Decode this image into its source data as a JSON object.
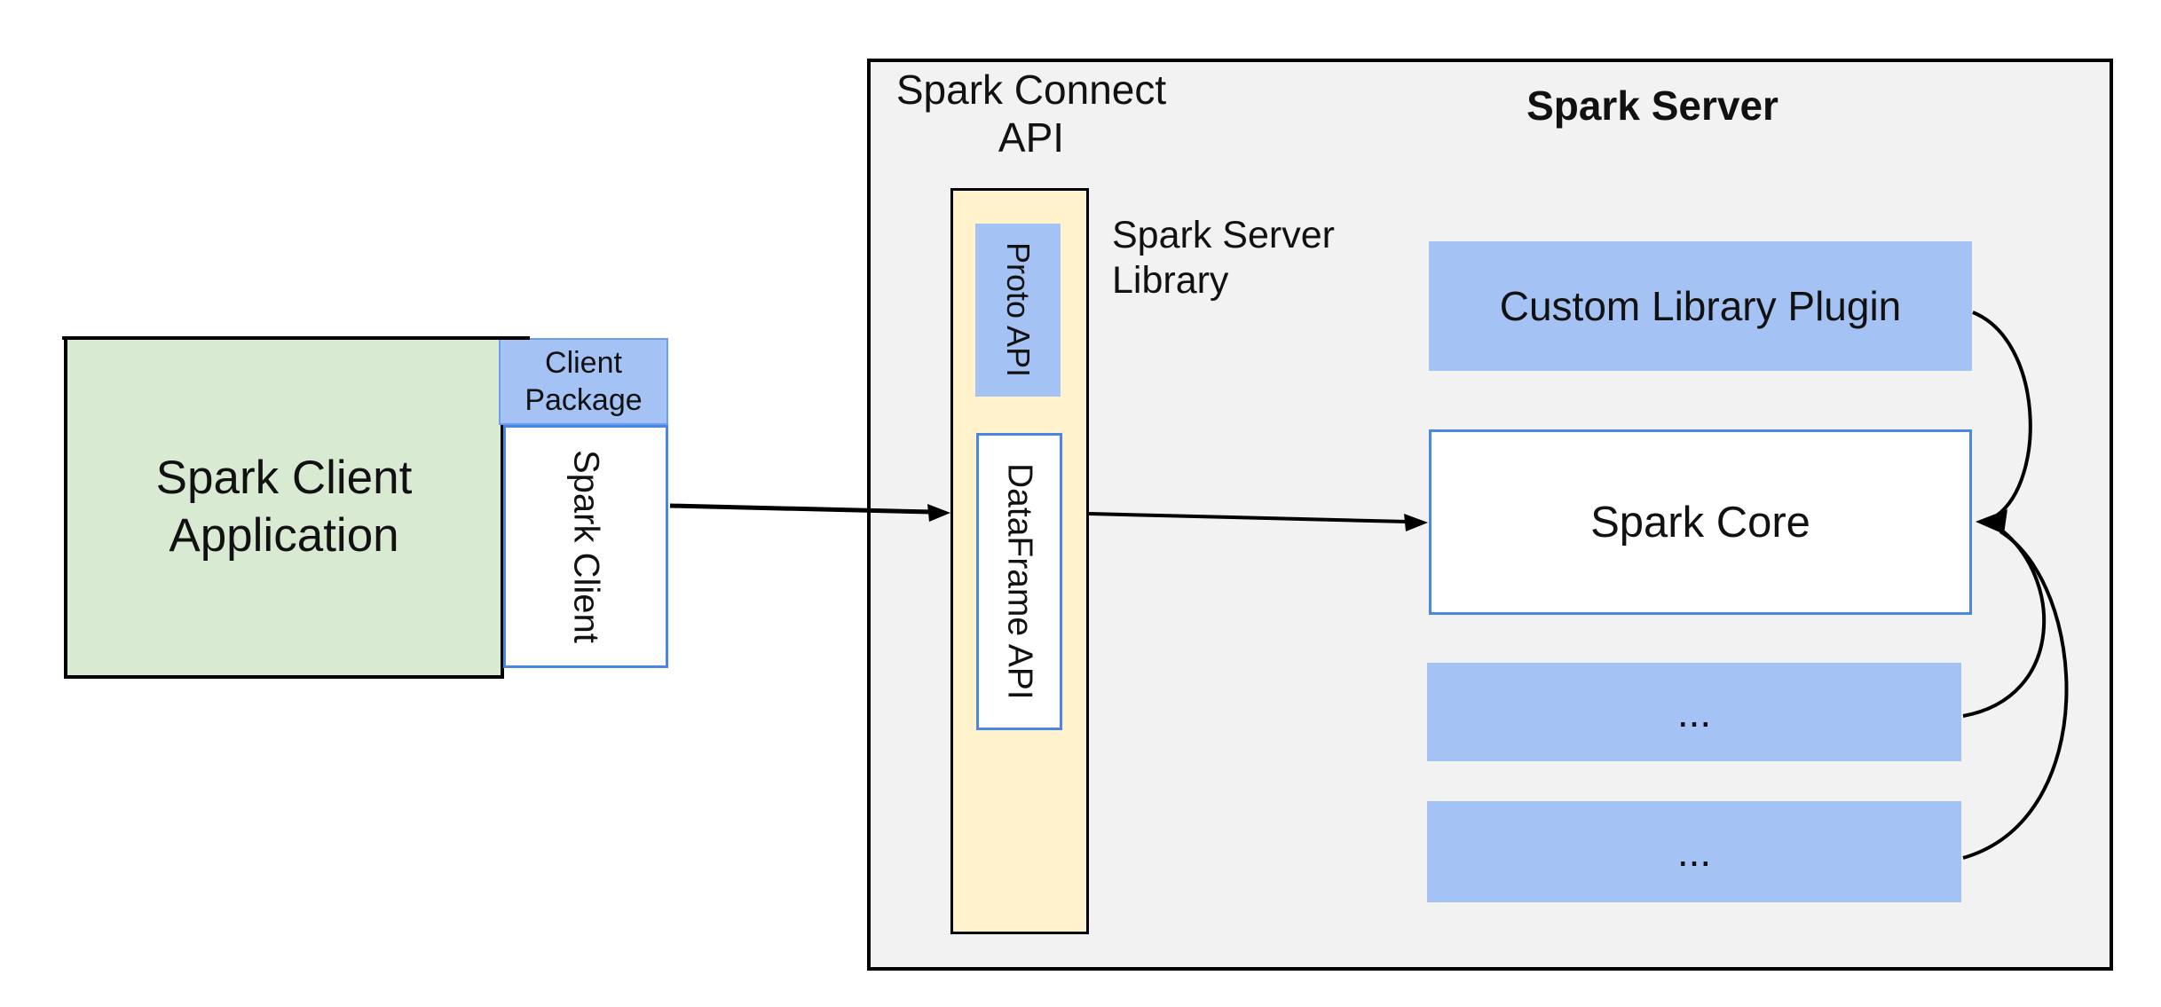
{
  "client": {
    "app_line1": "Spark Client",
    "app_line2": "Application",
    "package_line1": "Client",
    "package_line2": "Package",
    "spark_client": "Spark Client"
  },
  "connect_api": {
    "label_line1": "Spark Connect",
    "label_line2": "API",
    "proto_api": "Proto API",
    "dataframe_api": "DataFrame API",
    "library_line1": "Spark Server",
    "library_line2": "Library"
  },
  "server": {
    "title": "Spark Server",
    "plugin": "Custom Library Plugin",
    "core": "Spark Core",
    "ellipsis1": "...",
    "ellipsis2": "..."
  },
  "colors": {
    "background": "#ffffff",
    "panel_fill": "#f2f2f2",
    "green_fill": "#d9ead3",
    "blue_fill": "#a4c2f4",
    "yellow_fill": "#fff2cc",
    "blue_border": "#4a86e8",
    "black": "#000000",
    "white": "#ffffff"
  }
}
